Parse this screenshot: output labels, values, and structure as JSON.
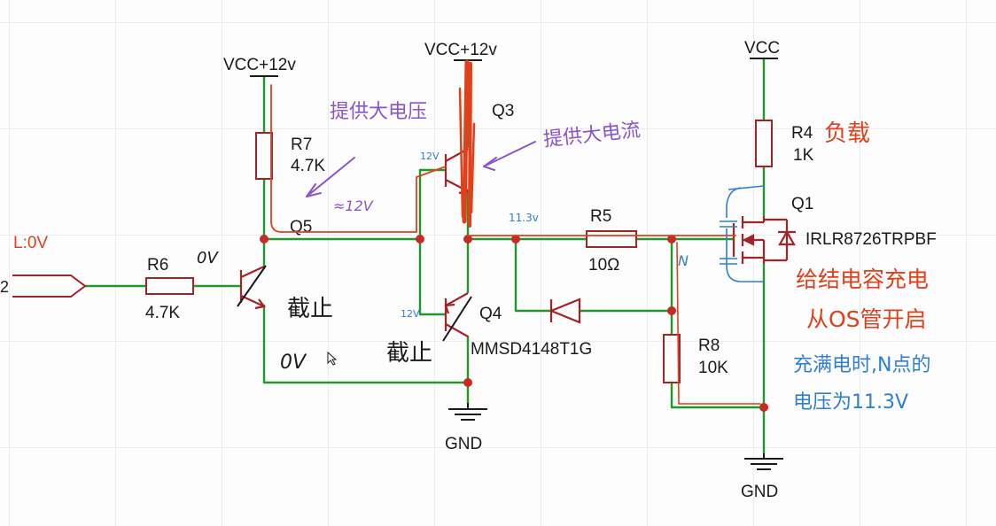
{
  "colors": {
    "wire": "#1f9a2a",
    "component": "#a52226",
    "annotation_red": "#e2401b",
    "annotation_purple": "#8a55c8",
    "annotation_blue": "#2e7fd0",
    "ink": "#1a1a1a"
  },
  "rails": {
    "vcc_q5": "VCC+12v",
    "vcc_q3": "VCC+12v",
    "vcc_q1": "VCC",
    "gnd_mid": "GND",
    "gnd_right": "GND"
  },
  "input": {
    "label": "L:0V",
    "port_fragment": "2"
  },
  "components": {
    "r6": {
      "name": "R6",
      "value": "4.7K"
    },
    "r7": {
      "name": "R7",
      "value": "4.7K"
    },
    "r5": {
      "name": "R5",
      "value": "10Ω"
    },
    "r4": {
      "name": "R4",
      "value": "1K"
    },
    "r8": {
      "name": "R8",
      "value": "10K"
    },
    "q5": {
      "name": "Q5"
    },
    "q3": {
      "name": "Q3"
    },
    "q4": {
      "name": "Q4"
    },
    "q1": {
      "name": "Q1",
      "part": "IRLR8726TRPBF"
    },
    "diode": {
      "part": "MMSD4148T1G"
    }
  },
  "annotations": {
    "q5_base_voltage": "0V",
    "q5_cutoff": "截止",
    "q5_emitter_voltage": "0V",
    "q4_cutoff": "截止",
    "q3_base_voltage": "12V",
    "q4_base_voltage": "12V",
    "node_voltage": "11.3v",
    "n_point": "N",
    "approx_voltage": "≈12V",
    "provide_voltage": "提供大电压",
    "provide_current": "提供大电流",
    "load": "负载",
    "charge_gate": "给结电容充电",
    "mos_on": "从OS管开启",
    "note_line1": "充满电时,N点的",
    "note_line2": "电压为11.3V"
  }
}
